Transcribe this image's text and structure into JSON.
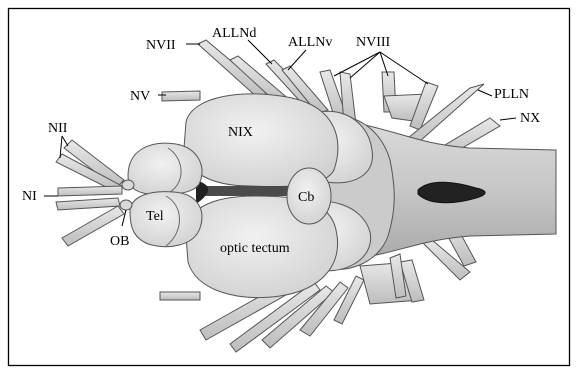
{
  "figure": {
    "labels": {
      "nvii": "NVII",
      "allnd": "ALLNd",
      "allnv": "ALLNv",
      "nviii": "NVIII",
      "nv": "NV",
      "nii": "NII",
      "ni": "NI",
      "ob": "OB",
      "pll": "PLLN",
      "nx": "NX",
      "nix": "NIX",
      "tel": "Tel",
      "cb": "Cb",
      "optic_tectum": "optic tectum"
    }
  }
}
